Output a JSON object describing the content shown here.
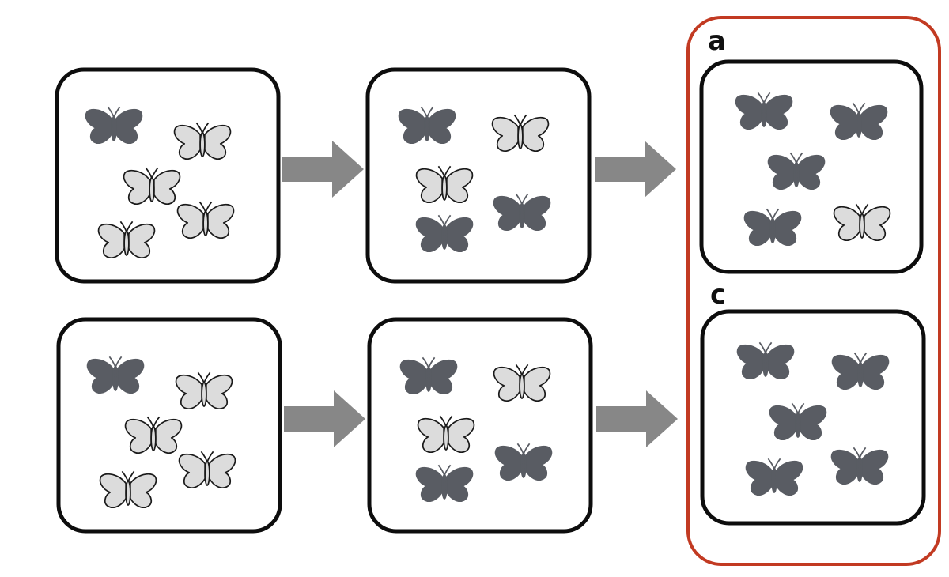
{
  "colors": {
    "dark_morph": "#595c63",
    "light_morph": "#dcdcdc",
    "panel_border": "#0d0d0d",
    "arrow": "#878787",
    "highlight_border": "#c23a22",
    "background": "#ffffff"
  },
  "labels": {
    "top_outcome": "a",
    "bottom_outcome": "c"
  },
  "rows": [
    {
      "name": "top-row",
      "stages": [
        {
          "name": "start",
          "butterflies": [
            "dark",
            "light",
            "light",
            "light",
            "light"
          ]
        },
        {
          "name": "middle",
          "butterflies": [
            "dark",
            "light",
            "light",
            "dark",
            "dark"
          ]
        },
        {
          "name": "outcome",
          "butterflies": [
            "dark",
            "dark",
            "dark",
            "dark",
            "light"
          ]
        }
      ]
    },
    {
      "name": "bottom-row",
      "stages": [
        {
          "name": "start",
          "butterflies": [
            "dark",
            "light",
            "light",
            "light",
            "light"
          ]
        },
        {
          "name": "middle",
          "butterflies": [
            "dark",
            "light",
            "light",
            "dark",
            "dark"
          ]
        },
        {
          "name": "outcome",
          "butterflies": [
            "dark",
            "dark",
            "dark",
            "dark",
            "dark"
          ]
        }
      ]
    }
  ]
}
